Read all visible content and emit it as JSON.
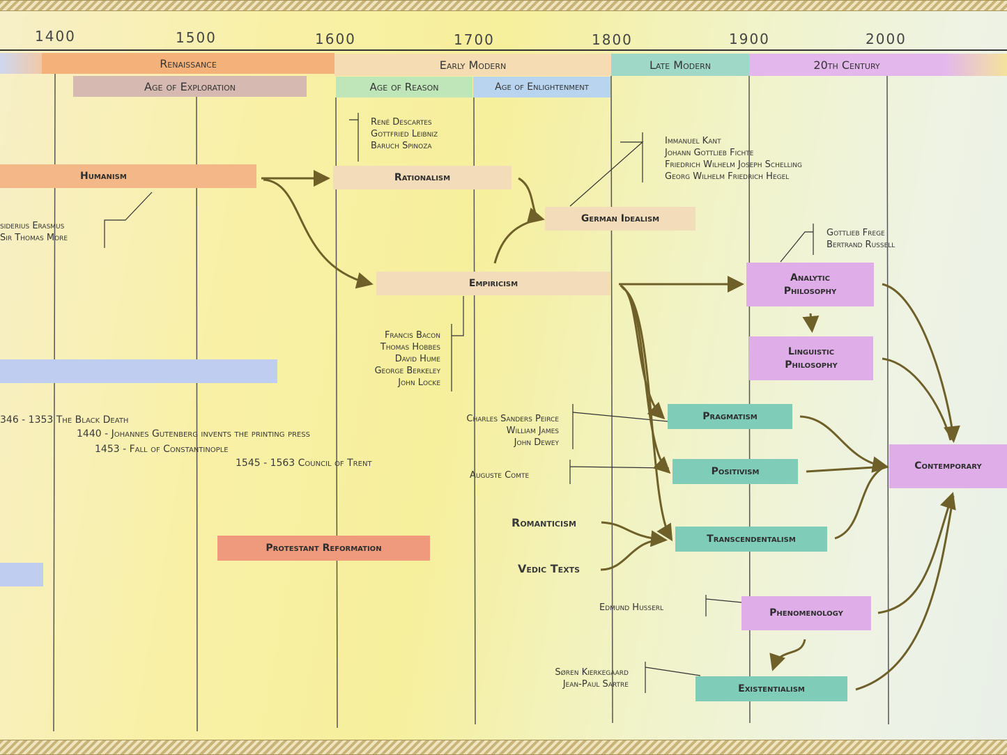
{
  "years": [
    "1400",
    "1500",
    "1600",
    "1700",
    "1800",
    "1900",
    "2000"
  ],
  "bands": {
    "renaissance": "Renaissance",
    "early_modern": "Early Modern",
    "late_modern": "Late Modern",
    "twentieth": "20th Century",
    "exploration": "Age of Exploration",
    "reason": "Age of Reason",
    "enlightenment": "Age of Enlightenment"
  },
  "schools": {
    "humanism": "Humanism",
    "rationalism": "Rationalism",
    "empiricism": "Empiricism",
    "german_idealism": "German Idealism",
    "analytic": "Analytic Philosophy",
    "linguistic": "Linguistic Philosophy",
    "pragmatism": "Pragmatism",
    "positivism": "Positivism",
    "transcendentalism": "Transcendentalism",
    "phenomenology": "Phenomenology",
    "existentialism": "Existentialism",
    "contemporary": "Contemporary",
    "protestant": "Protestant Reformation"
  },
  "influences": {
    "romanticism": "Romanticism",
    "vedic": "Vedic Texts"
  },
  "people": {
    "rationalists": [
      "René Descartes",
      "Gottfried Leibniz",
      "Baruch Spinoza"
    ],
    "idealists": [
      "Immanuel Kant",
      "Johann Gottlieb Fichte",
      "Friedrich Wilhelm Joseph Schelling",
      "Georg Wilhelm Friedrich Hegel"
    ],
    "humanists": [
      "siderius Erasmus",
      "Sir Thomas More"
    ],
    "analytic": [
      "Gottlieb Frege",
      "Bertrand Russell"
    ],
    "empiricists": [
      "Francis Bacon",
      "Thomas Hobbes",
      "David Hume",
      "George Berkeley",
      "John Locke"
    ],
    "pragmatists": [
      "Charles Sanders Peirce",
      "William James",
      "John Dewey"
    ],
    "positivist": "Auguste Comte",
    "phenomenologist": "Edmund Husserl",
    "existentialists": [
      "Søren Kierkegaard",
      "Jean-Paul Sartre"
    ]
  },
  "events": {
    "black_death": "346 - 1353 The Black Death",
    "gutenberg": "1440 -  Johannes Gutenberg invents the printing press",
    "constantinople": "1453 - Fall of Constantinople",
    "trent": "1545 - 1563    Council of Trent"
  },
  "colors": {
    "renaissance": "#f4b27a",
    "exploration": "#d6b9b0",
    "early_modern": "#f5dcb2",
    "reason": "#bfe6b8",
    "enlightenment": "#b8d4ee",
    "late_modern": "#9fd8c6",
    "twentieth": "#e3b7ec",
    "humanism": "#f4b888",
    "school_tan": "#f3dcba",
    "teal": "#7fcdb8",
    "purple": "#dfaee8",
    "protestant": "#ef9a7c",
    "blue_bar": "#bfcdf0",
    "arrow": "#7a6a2e",
    "line": "#4a4a3a"
  }
}
